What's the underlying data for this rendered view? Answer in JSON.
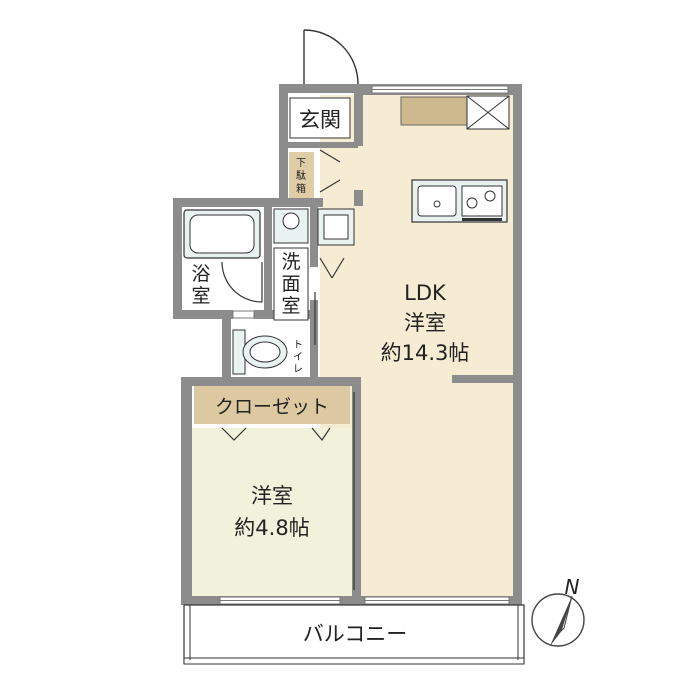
{
  "rooms": {
    "entrance": {
      "label": "玄関"
    },
    "shoe_cabinet": {
      "line1": "下",
      "line2": "駄",
      "line3": "箱"
    },
    "bath": {
      "line1": "浴",
      "line2": "室"
    },
    "washroom": {
      "line1": "洗",
      "line2": "面",
      "line3": "室"
    },
    "toilet": {
      "line1": "ト",
      "line2": "イ",
      "line3": "レ"
    },
    "closet": {
      "label": "クローゼット"
    },
    "ldk": {
      "line1": "LDK",
      "line2": "洋室",
      "line3": "約14.3帖"
    },
    "bedroom": {
      "line1": "洋室",
      "line2": "約4.8帖"
    },
    "balcony": {
      "label": "バルコニー"
    }
  },
  "compass": {
    "label": "N",
    "icon": "north-arrow-icon"
  },
  "colors": {
    "wall": "#8c8c8c",
    "ldk_floor": "#f6ecd3",
    "bedroom_floor": "#f1f2dc",
    "wet_floor": "#ffffff",
    "closet_fill": "#dcc9a2",
    "shoe_fill": "#e0cda6",
    "fixture": "#e9f1f1"
  }
}
